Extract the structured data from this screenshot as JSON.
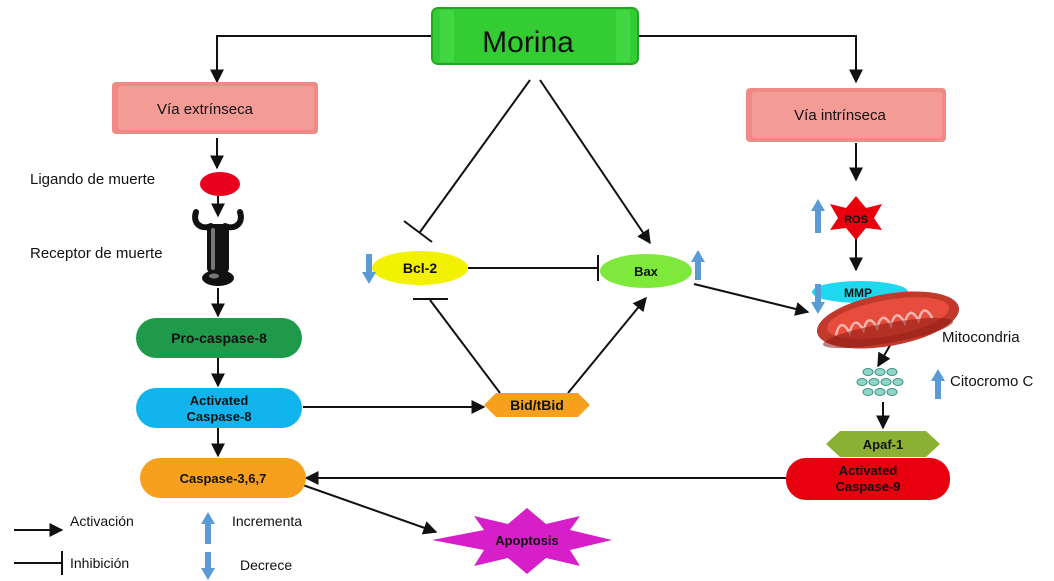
{
  "colors": {
    "green_main": "#33cc33",
    "salmon": "#f08a84",
    "red_dot": "#e8001c",
    "dark_green": "#1e9a4a",
    "blue": "#12b4ee",
    "orange": "#f7a01e",
    "yellow": "#f2f200",
    "light_green": "#7ee83b",
    "red_pill": "#e8000e",
    "olive": "#8cb034",
    "magenta": "#d61fc8",
    "arrow_blue": "#5b9bd5",
    "cyan": "#1fd8f0"
  },
  "title": "Morina",
  "pathways": {
    "extrinsic": "Vía extrínseca",
    "intrinsic": "Vía intrínseca"
  },
  "labels": {
    "ligand": "Ligando de muerte",
    "receptor": "Receptor de muerte",
    "mitochondria": "Mitocondria",
    "cytochrome": "Citocromo C"
  },
  "nodes": {
    "procaspase8": "Pro-caspase-8",
    "activated_caspase8_line1": "Activated",
    "activated_caspase8_line2": "Caspase-8",
    "caspase367": "Caspase-3,6,7",
    "bcl2": "Bcl-2",
    "bax": "Bax",
    "bid": "Bid/tBid",
    "ros": "ROS",
    "mmp": "MMP",
    "apaf1": "Apaf-1",
    "activated_caspase9_line1": "Activated",
    "activated_caspase9_line2": "Caspase-9",
    "apoptosis": "Apoptosis"
  },
  "legend": {
    "activation": "Activación",
    "inhibition": "Inhibición",
    "increase": "Incrementa",
    "decrease": "Decrece"
  }
}
